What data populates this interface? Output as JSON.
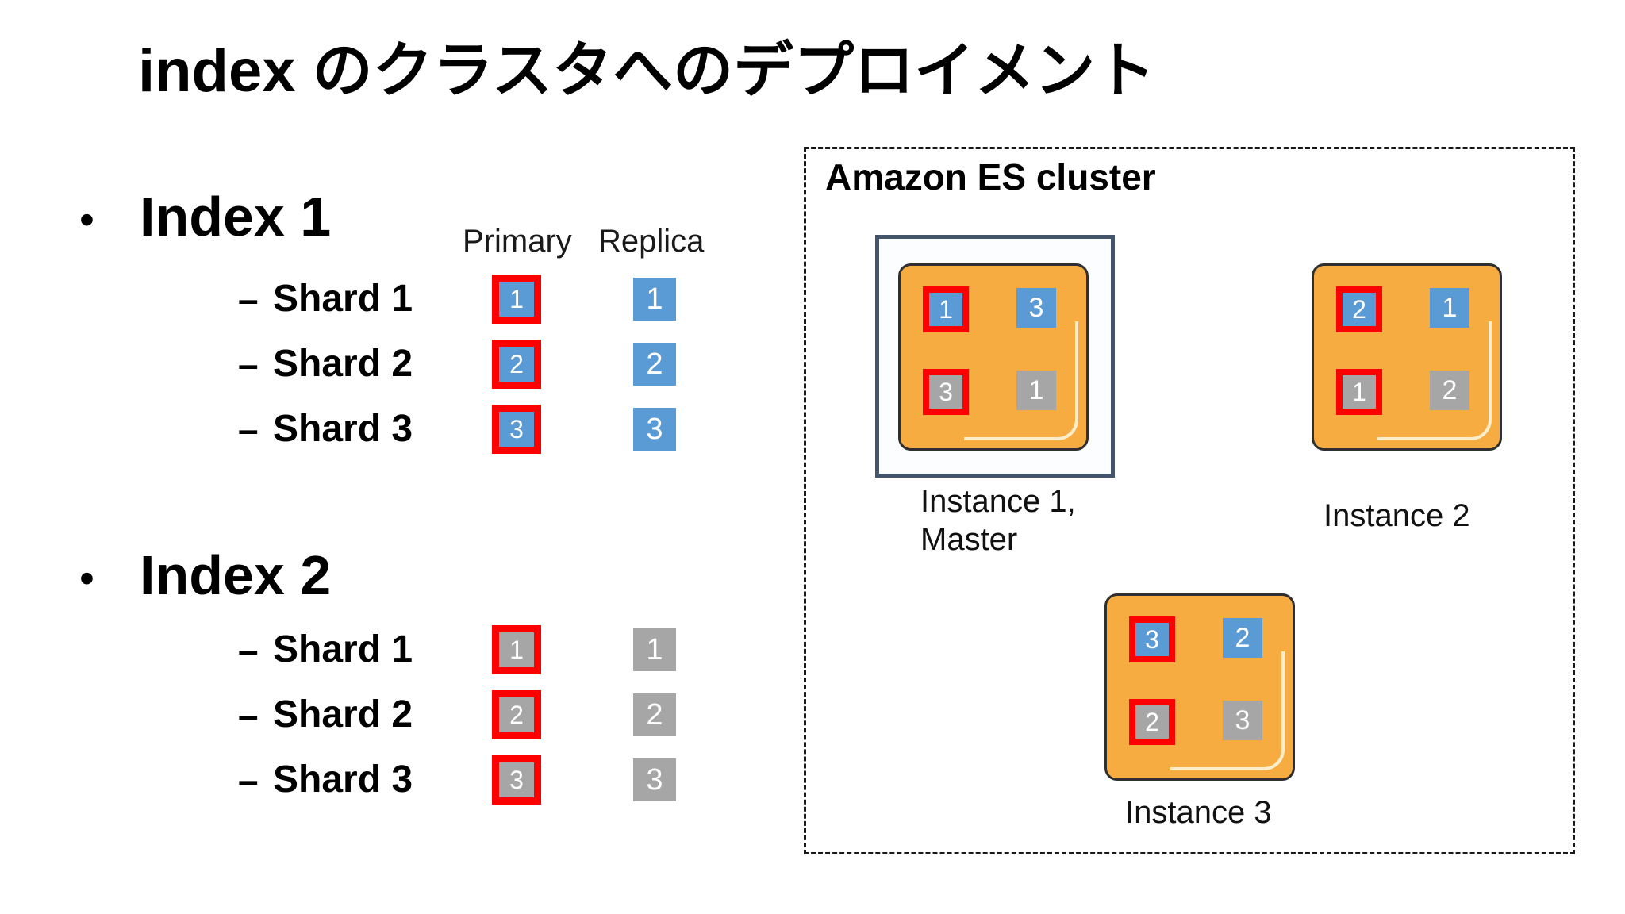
{
  "title": "index のクラスタへのデプロイメント",
  "glyphs": {
    "bullet": "•",
    "dash": "–"
  },
  "table": {
    "primary_header": "Primary",
    "replica_header": "Replica"
  },
  "indexes": [
    {
      "name": "Index 1",
      "shard_color": "#5B9BD5",
      "shards": [
        {
          "label": "Shard 1",
          "primary": "1",
          "replica": "1"
        },
        {
          "label": "Shard 2",
          "primary": "2",
          "replica": "2"
        },
        {
          "label": "Shard 3",
          "primary": "3",
          "replica": "3"
        }
      ]
    },
    {
      "name": "Index 2",
      "shard_color": "#A6A6A6",
      "shards": [
        {
          "label": "Shard 1",
          "primary": "1",
          "replica": "1"
        },
        {
          "label": "Shard 2",
          "primary": "2",
          "replica": "2"
        },
        {
          "label": "Shard 3",
          "primary": "3",
          "replica": "3"
        }
      ]
    }
  ],
  "cluster": {
    "label": "Amazon ES cluster",
    "instances": [
      {
        "label_line1": "Instance 1,",
        "label_line2": "Master",
        "is_master": true,
        "squares": [
          {
            "num": "1",
            "index": "Index 1",
            "role": "primary",
            "fill": "blue"
          },
          {
            "num": "3",
            "index": "Index 1",
            "role": "replica",
            "fill": "blue"
          },
          {
            "num": "3",
            "index": "Index 2",
            "role": "primary",
            "fill": "gray"
          },
          {
            "num": "1",
            "index": "Index 2",
            "role": "replica",
            "fill": "gray"
          }
        ]
      },
      {
        "label_line1": "Instance 2",
        "label_line2": "",
        "is_master": false,
        "squares": [
          {
            "num": "2",
            "index": "Index 1",
            "role": "primary",
            "fill": "blue"
          },
          {
            "num": "1",
            "index": "Index 1",
            "role": "replica",
            "fill": "blue"
          },
          {
            "num": "1",
            "index": "Index 2",
            "role": "primary",
            "fill": "gray"
          },
          {
            "num": "2",
            "index": "Index 2",
            "role": "replica",
            "fill": "gray"
          }
        ]
      },
      {
        "label_line1": "Instance 3",
        "label_line2": "",
        "is_master": false,
        "squares": [
          {
            "num": "3",
            "index": "Index 1",
            "role": "primary",
            "fill": "blue"
          },
          {
            "num": "2",
            "index": "Index 1",
            "role": "replica",
            "fill": "blue"
          },
          {
            "num": "2",
            "index": "Index 2",
            "role": "primary",
            "fill": "gray"
          },
          {
            "num": "3",
            "index": "Index 2",
            "role": "replica",
            "fill": "gray"
          }
        ]
      }
    ]
  },
  "colors": {
    "index1_shard_fill": "#5B9BD5",
    "index2_shard_fill": "#A6A6A6",
    "primary_outline": "#FF0000",
    "instance_fill": "#F6AC40",
    "instance_border": "#2F2F2F",
    "master_box_border": "#44546A",
    "cluster_dashed_border": "#1A1A1A",
    "background": "#FFFFFF"
  }
}
